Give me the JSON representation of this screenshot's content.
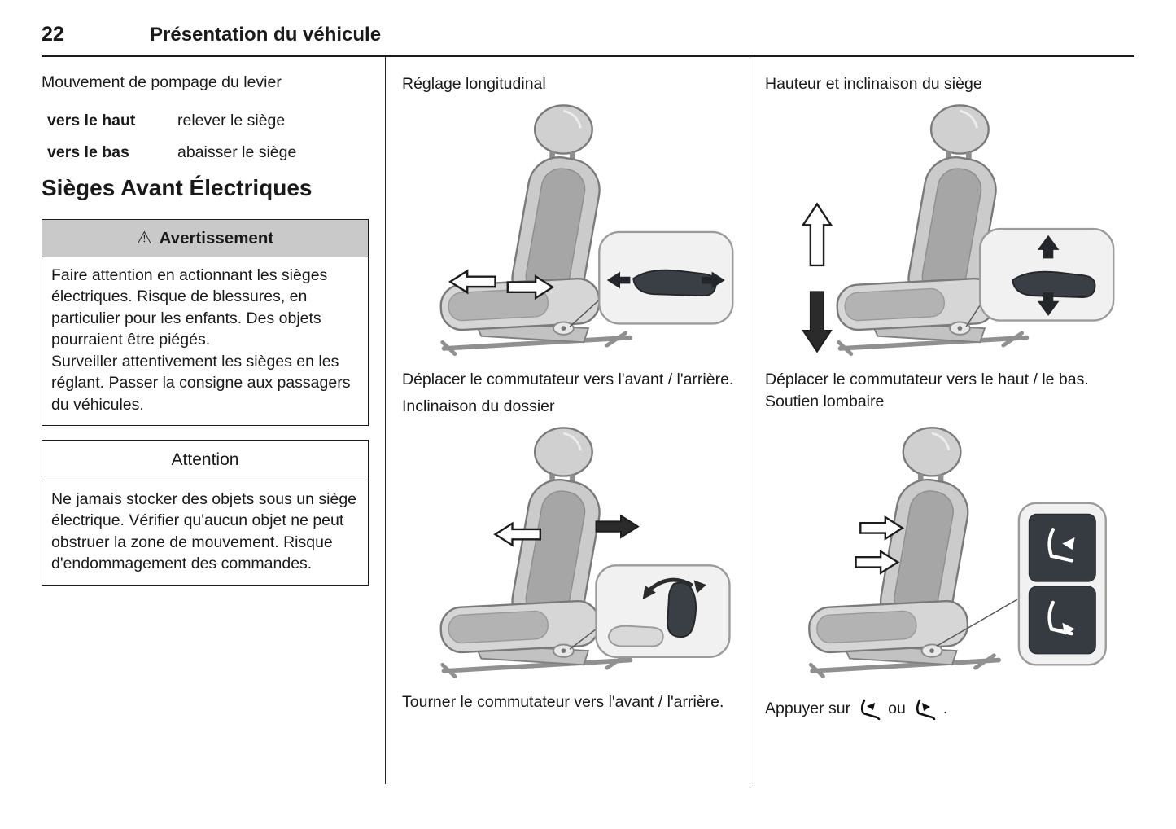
{
  "page": {
    "number": "22",
    "title": "Présentation du véhicule"
  },
  "left_column": {
    "lever_heading": "Mouvement de pompage du levier",
    "lever_rows": [
      {
        "action": "vers le haut",
        "result": "relever le siège"
      },
      {
        "action": "vers le bas",
        "result": "abaisser le siège"
      }
    ],
    "section_heading": "Sièges Avant Électriques",
    "warning_box": {
      "icon": "⚠",
      "title": "Avertissement",
      "body": "Faire attention en actionnant les sièges électriques. Risque de blessures, en particulier pour les enfants. Des objets pourraient être piégés.\nSurveiller attentivement les sièges en les réglant. Passer la consigne aux passagers du véhicules."
    },
    "caution_box": {
      "title": "Attention",
      "body": "Ne jamais stocker des objets sous un siège électrique. Vérifier qu'aucun objet ne peut obstruer la zone de mouvement. Risque d'endommagement des commandes."
    }
  },
  "middle_column": {
    "longitudinal": {
      "heading": "Réglage longitudinal",
      "caption": "Déplacer le commutateur vers l'avant / l'arrière."
    },
    "backrest": {
      "heading": "Inclinaison du dossier",
      "caption": "Tourner le commutateur vers l'avant / l'arrière."
    }
  },
  "right_column": {
    "height": {
      "heading": "Hauteur et inclinaison du siège",
      "caption": "Déplacer le commutateur vers le haut / le bas."
    },
    "lumbar": {
      "heading": "Soutien lombaire",
      "caption_prefix": "Appuyer sur",
      "caption_or": "ou",
      "caption_period": "."
    }
  },
  "colors": {
    "warning_header_bg": "#c9c9c9",
    "illustration_dark": "#3a3f45",
    "divider": "#2a2a2a"
  }
}
